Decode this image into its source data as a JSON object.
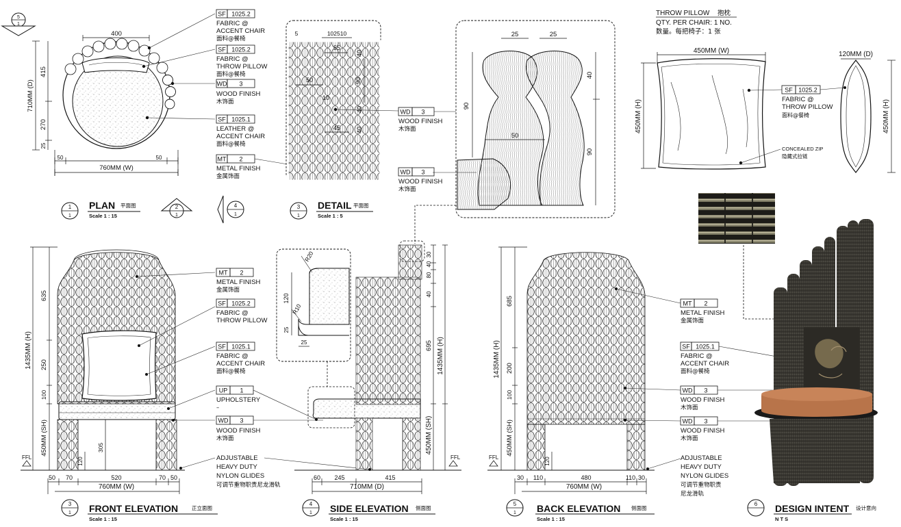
{
  "marker_top_left": {
    "top": "5",
    "bottom": "1"
  },
  "plan": {
    "dims": {
      "width_top": "400",
      "depth": "710MM (D)",
      "v1": "415",
      "v2": "270",
      "v3": "25",
      "left_off": "50",
      "right_off": "50",
      "width": "760MM (W)"
    },
    "callouts": [
      {
        "code": "SF",
        "num": "1025.2",
        "lines": [
          "FABRIC @",
          "ACCENT CHAIR"
        ],
        "cn": "面料@餐椅"
      },
      {
        "code": "SF",
        "num": "1025.2",
        "lines": [
          "FABRIC @",
          "THROW PILLOW"
        ],
        "cn": "面料@餐椅"
      },
      {
        "code": "WD",
        "num": "3",
        "lines": [
          "WOOD FINISH"
        ],
        "cn": "木饰面"
      },
      {
        "code": "SF",
        "num": "1025.1",
        "lines": [
          "LEATHER @",
          "ACCENT CHAIR"
        ],
        "cn": "面料@餐椅"
      },
      {
        "code": "MT",
        "num": "2",
        "lines": [
          "METAL FINISH"
        ],
        "cn": "金属饰面"
      }
    ],
    "title": {
      "num": "1",
      "sub": "1",
      "name": "PLAN",
      "cn": "平面图",
      "scale": "Scale 1 : 15"
    },
    "markers": [
      {
        "top": "2",
        "bottom": "1"
      },
      {
        "top": "4",
        "bottom": "1"
      }
    ]
  },
  "detail": {
    "dims": {
      "d5": "5",
      "d102510": "102510",
      "d55": "55",
      "d40a": "40",
      "d50": "50",
      "d90": "90",
      "d10": "10",
      "d40b": "40",
      "d45": "45",
      "d40c": "40"
    },
    "title": {
      "num": "3",
      "sub": "1",
      "name": "DETAIL",
      "cn": "平面图",
      "scale": "Scale 1 : 5"
    }
  },
  "zoom_detail": {
    "dims": {
      "a": "25",
      "b": "25",
      "c": "40",
      "d": "90",
      "e": "50",
      "f": "90"
    },
    "callouts": [
      {
        "code": "WD",
        "num": "3",
        "lines": [
          "WOOD FINISH"
        ],
        "cn": "木饰面"
      },
      {
        "code": "WD",
        "num": "3",
        "lines": [
          "WOOD FINISH"
        ],
        "cn": "木饰面"
      }
    ]
  },
  "pillow": {
    "title": "THROW PILLOW",
    "title_cn": "抱枕",
    "qty": "QTY. PER CHAIR: 1 NO.",
    "qty_cn": "数量。每把椅子：1 张",
    "width": "450MM (W)",
    "height": "450MM (H)",
    "depth": "120MM (D)",
    "height2": "450MM (H)",
    "callout": {
      "code": "SF",
      "num": "1025.2",
      "lines": [
        "FABRIC @",
        "THROW PILLOW"
      ],
      "cn": "面料@餐椅"
    },
    "zip": "CONCEALED ZIP",
    "zip_cn": "隐藏式拉链"
  },
  "front": {
    "dims": {
      "total": "1435MM (H)",
      "v635": "635",
      "v250": "250",
      "v100": "100",
      "sh": "450MM (SH)",
      "v305": "305",
      "v120": "120",
      "ffl": "FFL",
      "h50a": "50",
      "h70a": "70",
      "h520": "520",
      "h70b": "70",
      "h50b": "50",
      "width": "760MM (W)"
    },
    "callouts": [
      {
        "code": "MT",
        "num": "2",
        "lines": [
          "METAL FINISH"
        ],
        "cn": "金属饰面"
      },
      {
        "code": "SF",
        "num": "1025.2",
        "lines": [
          "FABRIC @",
          "THROW PILLOW"
        ],
        "cn": ""
      },
      {
        "code": "SF",
        "num": "1025.1",
        "lines": [
          "FABRIC @",
          "ACCENT CHAIR"
        ],
        "cn": "面料@餐椅"
      },
      {
        "code": "UP",
        "num": "1",
        "lines": [
          "UPHOLSTERY"
        ],
        "cn": "–"
      },
      {
        "code": "WD",
        "num": "3",
        "lines": [
          "WOOD FINISH"
        ],
        "cn": "木饰面"
      }
    ],
    "glides": {
      "lines": [
        "ADJUSTABLE",
        "HEAVY DUTY",
        "NYLON GLIDES"
      ],
      "cn": "可调节重物职责尼龙滑轨"
    },
    "title": {
      "num": "3",
      "sub": "1",
      "name": "FRONT  ELEVATION",
      "cn": "正立面图",
      "scale": "Scale 1 : 15"
    }
  },
  "side": {
    "inset": {
      "r20": "R20",
      "r10": "R10",
      "v120": "120",
      "v25": "25",
      "h25": "25"
    },
    "dims": {
      "v30": "30",
      "v40a": "40",
      "v80": "80",
      "v40b": "40",
      "v695": "695",
      "total": "1435MM (H)",
      "sh": "450MM (SH)",
      "ffl": "FFL",
      "h60": "60",
      "h245": "245",
      "h415": "415",
      "depth": "710MM (D)"
    },
    "title": {
      "num": "4",
      "sub": "1",
      "name": "SIDE  ELEVATION",
      "cn": "侧面图",
      "scale": "Scale 1 : 15"
    }
  },
  "back": {
    "dims": {
      "total": "1435MM (H)",
      "v685": "685",
      "v200": "200",
      "v100": "100",
      "sh": "450MM (SH)",
      "v120": "120",
      "ffl": "FFL",
      "h30a": "30",
      "h110a": "110",
      "h480": "480",
      "h110b": "110",
      "h30b": "30",
      "width": "760MM (W)"
    },
    "callouts": [
      {
        "code": "MT",
        "num": "2",
        "lines": [
          "METAL FINISH"
        ],
        "cn": "金属饰面"
      },
      {
        "code": "SF",
        "num": "1025.1",
        "lines": [
          "FABRIC @",
          "ACCENT CHAIR"
        ],
        "cn": "面料@餐椅"
      },
      {
        "code": "WD",
        "num": "3",
        "lines": [
          "WOOD FINISH"
        ],
        "cn": "木饰面"
      },
      {
        "code": "WD",
        "num": "3",
        "lines": [
          "WOOD FINISH"
        ],
        "cn": "木饰面"
      }
    ],
    "glides": {
      "lines": [
        "ADJUSTABLE",
        "HEAVY DUTY",
        "NYLON GLIDES"
      ],
      "cn1": "可调节重物职责",
      "cn2": "尼龙滑轨"
    },
    "title": {
      "num": "5",
      "sub": "1",
      "name": "BACK  ELEVATION",
      "cn": "侧面图",
      "scale": "Scale 1 : 15"
    }
  },
  "intent": {
    "title": {
      "num": "6",
      "name": "DESIGN  INTENT",
      "cn": "设计意向",
      "scale": "N T S"
    }
  },
  "colors": {
    "line": "#111111",
    "leather": "#b8744a",
    "wood_dark": "#3b3833",
    "fabric_dark": "#2c2a25"
  }
}
